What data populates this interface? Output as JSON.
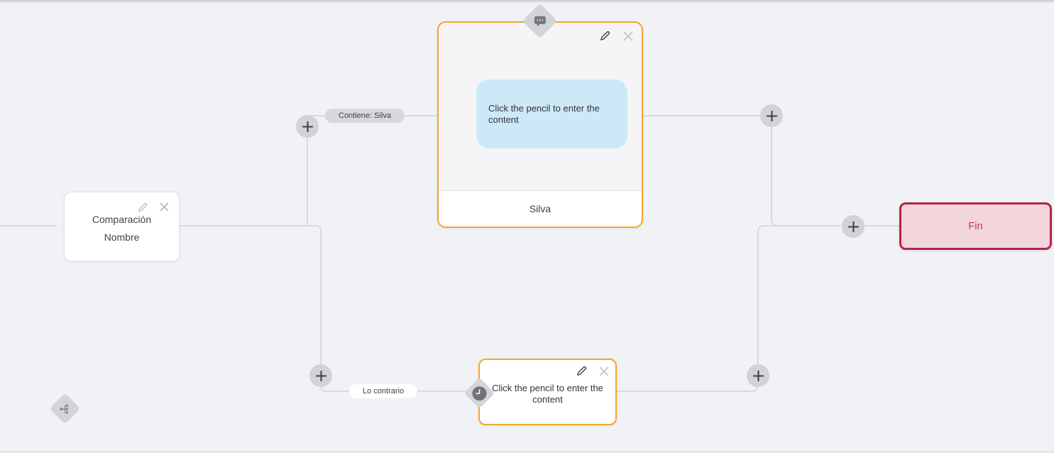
{
  "colors": {
    "canvas_bg": "#f1f2f5",
    "edge": "#d9dadd",
    "accent_orange": "#f6a42c",
    "connector_gray": "#d2d3d7",
    "bubble_blue": "#cde9f7",
    "end_bg": "#f3d5dc",
    "end_border": "#b2254a",
    "end_text": "#c23a57"
  },
  "nodes": {
    "condition": {
      "type": "condition",
      "line1": "Comparación",
      "line2": "Nombre"
    },
    "message": {
      "type": "message",
      "bubble_text": "Click the pencil to enter the content",
      "footer_label": "Silva"
    },
    "action": {
      "type": "action",
      "body_text": "Click the pencil to enter the content"
    },
    "end": {
      "label": "Fin"
    }
  },
  "edge_labels": {
    "contains": "Contiene: Silva",
    "otherwise": "Lo contrario"
  }
}
